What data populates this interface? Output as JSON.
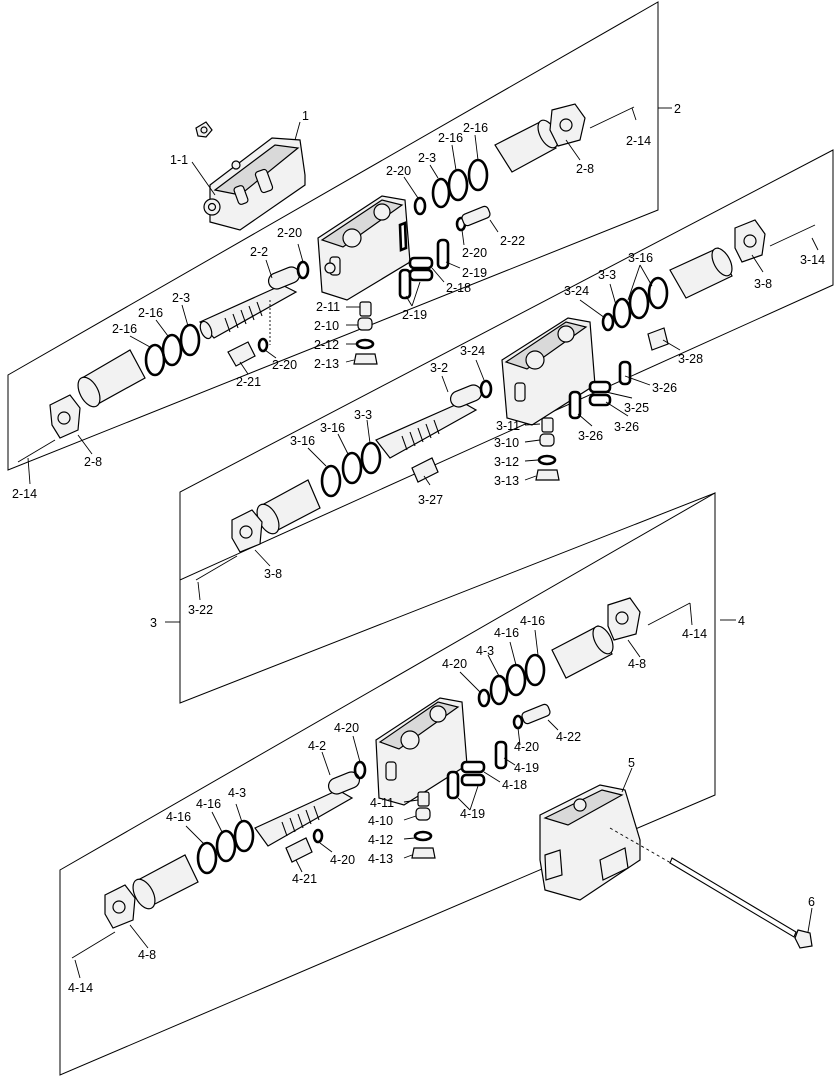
{
  "labels": {
    "l1": "1",
    "l1_1": "1-1",
    "l2": "2",
    "l2_2": "2-2",
    "l2_3a": "2-3",
    "l2_3b": "2-3",
    "l2_8a": "2-8",
    "l2_8b": "2-8",
    "l2_10": "2-10",
    "l2_11": "2-11",
    "l2_12": "2-12",
    "l2_13": "2-13",
    "l2_14a": "2-14",
    "l2_14b": "2-14",
    "l2_16a": "2-16",
    "l2_16b": "2-16",
    "l2_16c": "2-16",
    "l2_16d": "2-16",
    "l2_18": "2-18",
    "l2_19a": "2-19",
    "l2_19b": "2-19",
    "l2_20a": "2-20",
    "l2_20b": "2-20",
    "l2_20c": "2-20",
    "l2_20d": "2-20",
    "l2_21": "2-21",
    "l2_22": "2-22",
    "l3": "3",
    "l3_2": "3-2",
    "l3_3a": "3-3",
    "l3_3b": "3-3",
    "l3_8a": "3-8",
    "l3_8b": "3-8",
    "l3_10": "3-10",
    "l3_11": "3-11",
    "l3_12": "3-12",
    "l3_13": "3-13",
    "l3_14": "3-14",
    "l3_16a": "3-16",
    "l3_16b": "3-16",
    "l3_16c": "3-16",
    "l3_22": "3-22",
    "l3_24a": "3-24",
    "l3_24b": "3-24",
    "l3_25": "3-25",
    "l3_26a": "3-26",
    "l3_26b": "3-26",
    "l3_26c": "3-26",
    "l3_27": "3-27",
    "l3_28": "3-28",
    "l4": "4",
    "l4_2": "4-2",
    "l4_3a": "4-3",
    "l4_3b": "4-3",
    "l4_8a": "4-8",
    "l4_8b": "4-8",
    "l4_10": "4-10",
    "l4_11": "4-11",
    "l4_12": "4-12",
    "l4_13": "4-13",
    "l4_14a": "4-14",
    "l4_14b": "4-14",
    "l4_16a": "4-16",
    "l4_16b": "4-16",
    "l4_16c": "4-16",
    "l4_16d": "4-16",
    "l4_18": "4-18",
    "l4_19a": "4-19",
    "l4_19b": "4-19",
    "l4_20a": "4-20",
    "l4_20b": "4-20",
    "l4_20c": "4-20",
    "l4_20d": "4-20",
    "l4_21": "4-21",
    "l4_22": "4-22",
    "l5": "5",
    "l6": "6"
  }
}
